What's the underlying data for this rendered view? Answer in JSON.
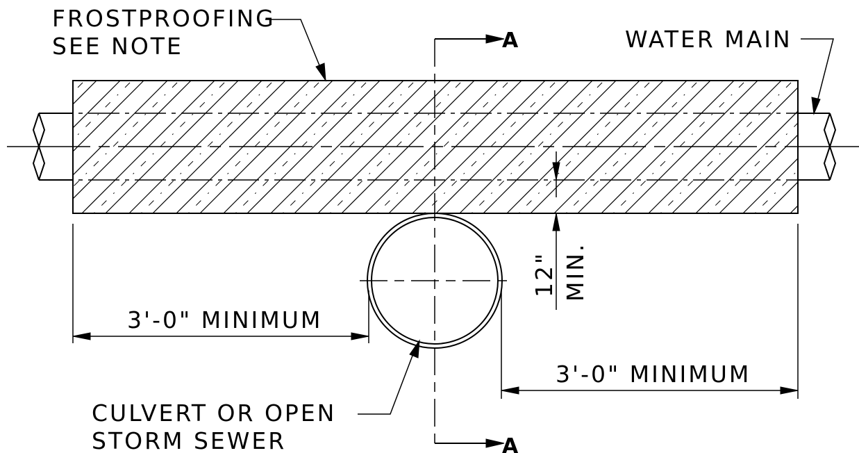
{
  "labels": {
    "frostproofing_line1": "FROSTPROOFING",
    "frostproofing_line2": "SEE NOTE",
    "water_main": "WATER MAIN",
    "section_top": "A",
    "section_bottom": "A",
    "dim_left": "3'-0\" MINIMUM",
    "dim_right": "3'-0\" MINIMUM",
    "clearance_value": "12\"",
    "clearance_note": "MIN.",
    "culvert_line1": "CULVERT OR OPEN",
    "culvert_line2": "STORM SEWER"
  }
}
